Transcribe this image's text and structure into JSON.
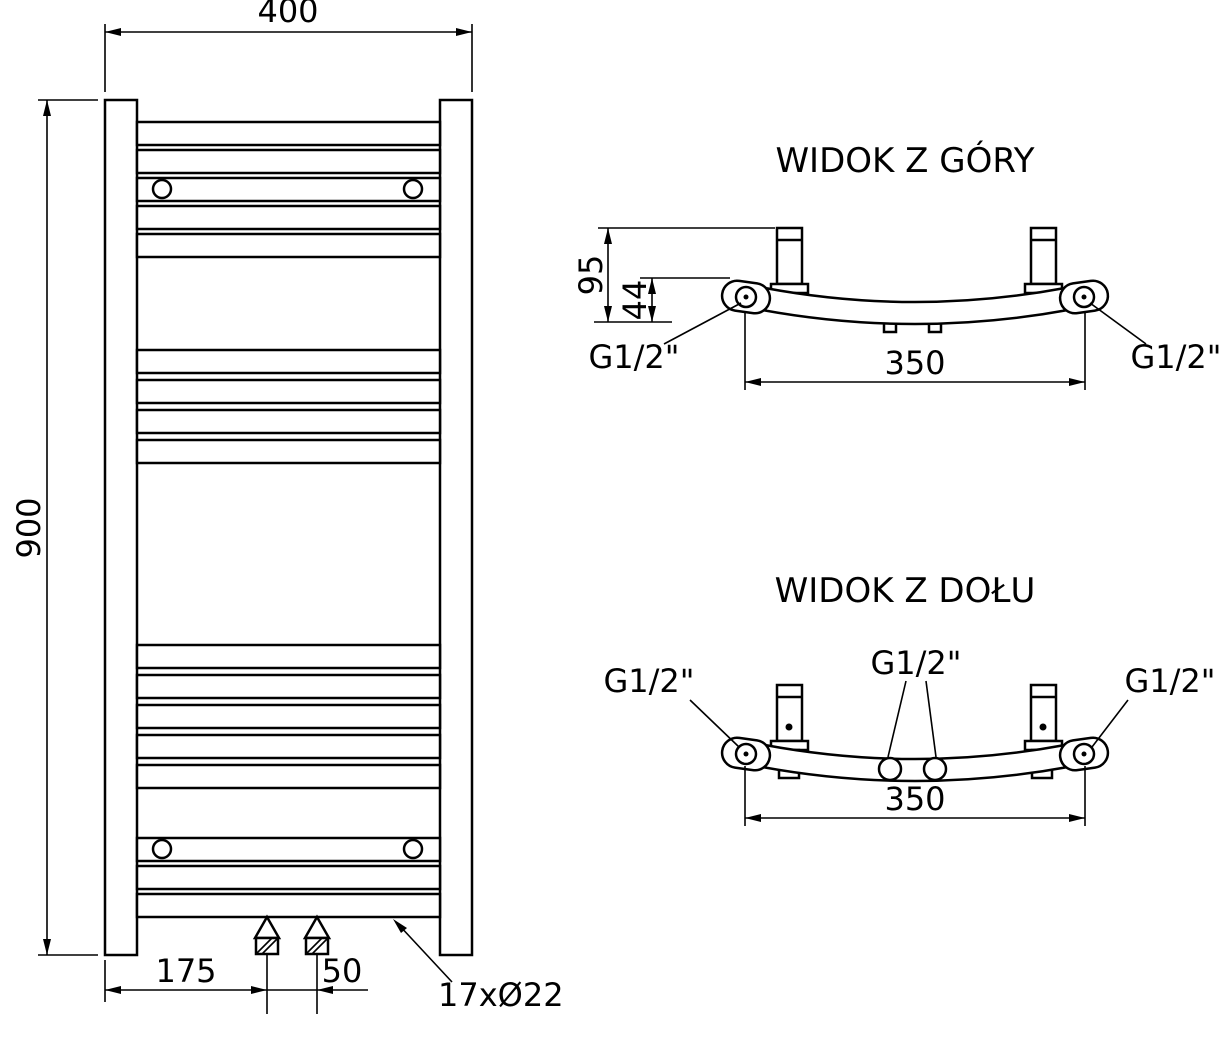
{
  "colors": {
    "line": "#000000",
    "background": "#ffffff"
  },
  "front_view": {
    "dim_width": "400",
    "dim_height": "900",
    "dim_offset": "175",
    "dim_spacing": "50",
    "tube_note": "17xØ22"
  },
  "top_view": {
    "title": "WIDOK Z GÓRY",
    "dim_depth": "95",
    "dim_bow": "44",
    "dim_span": "350",
    "thread_left": "G1/2\"",
    "thread_right": "G1/2\""
  },
  "bottom_view": {
    "title": "WIDOK Z DOŁU",
    "dim_span": "350",
    "thread_left": "G1/2\"",
    "thread_center": "G1/2\"",
    "thread_right": "G1/2\""
  }
}
